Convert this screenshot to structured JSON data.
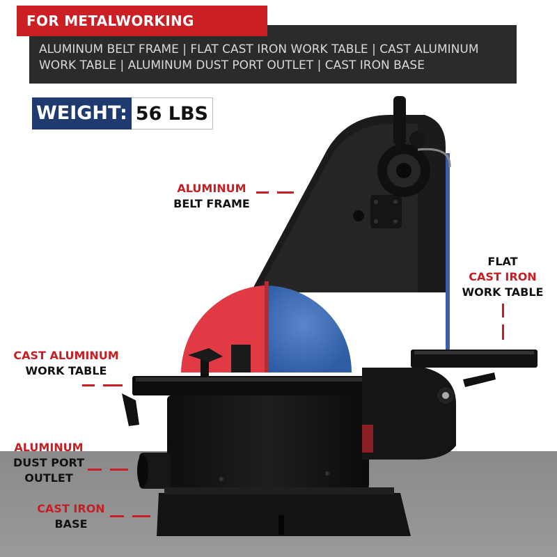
{
  "header": {
    "tag": "FOR METALWORKING",
    "specs_line1": "ALUMINUM BELT FRAME | FLAT CAST IRON WORK TABLE | CAST ALUMINUM",
    "specs_line2": "WORK TABLE |  ALUMINUM DUST PORT OUTLET | CAST IRON BASE"
  },
  "weight": {
    "label": "WEIGHT:",
    "value": "56 LBS"
  },
  "callouts": {
    "belt_frame": {
      "line1": "ALUMINUM",
      "line2": "BELT FRAME"
    },
    "flat_table": {
      "line1": "FLAT",
      "line2": "CAST IRON",
      "line3": "WORK TABLE"
    },
    "cast_table": {
      "line1": "CAST ALUMINUM",
      "line2": "WORK TABLE"
    },
    "dust_port": {
      "line1": "ALUMINUM",
      "line2": "DUST PORT",
      "line3": "OUTLET"
    },
    "base": {
      "line1": "CAST IRON",
      "line2": "BASE"
    }
  },
  "colors": {
    "accent_red": "#cc1f24",
    "navy": "#1e3a6e",
    "dark_panel": "#2b2b2b",
    "disc_blue": "#3f6fb8",
    "guard_red": "#e23a44"
  }
}
